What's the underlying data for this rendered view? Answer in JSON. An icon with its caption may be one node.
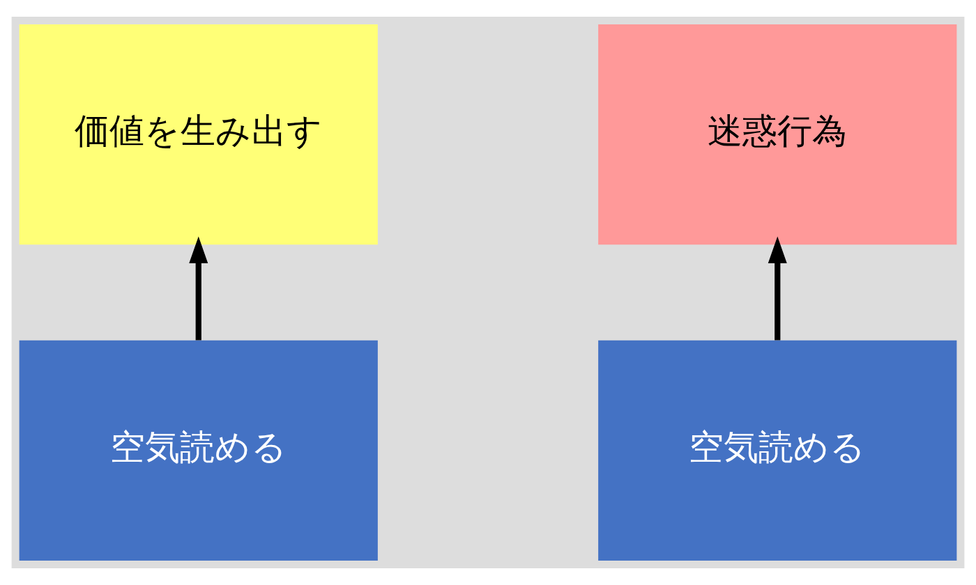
{
  "diagram": {
    "nodes": [
      {
        "text": [
          "価値を生み出す"
        ]
      },
      {
        "text": [
          "迷惑行為"
        ]
      },
      {
        "text": [
          "空気読める"
        ]
      },
      {
        "text": [
          "空気読める"
        ]
      }
    ],
    "edges": [
      {
        "from": 2,
        "to": 0,
        "arrow": "to"
      },
      {
        "from": 3,
        "to": 1,
        "arrow": "to"
      }
    ]
  }
}
